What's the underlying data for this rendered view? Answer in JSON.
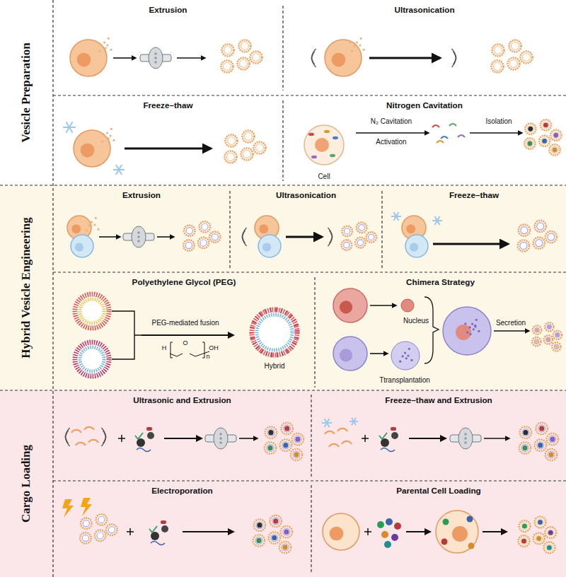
{
  "diagram": {
    "nodes": [
      {
        "text": [
          "Vesicle Preparation"
        ]
      },
      {
        "text": [
          "Extrusion"
        ],
        "in": 0
      },
      {
        "text": [
          "Ultrasonication"
        ],
        "in": 0
      },
      {
        "text": [
          "Freeze–thaw"
        ],
        "in": 0
      },
      {
        "text": [
          "Nitrogen Cavitation"
        ],
        "in": 0
      },
      {
        "text": [
          "Hybrid Vesicle Engineering"
        ]
      },
      {
        "text": [
          "Extrusion"
        ],
        "in": 5
      },
      {
        "text": [
          "Ultrasonication"
        ],
        "in": 5
      },
      {
        "text": [
          "Freeze–thaw"
        ],
        "in": 5
      },
      {
        "text": [
          "Polyethylene Glycol (PEG)"
        ],
        "in": 5
      },
      {
        "text": [
          "Chimera Strategy"
        ],
        "in": 5
      },
      {
        "text": [
          "Cargo Loading"
        ]
      },
      {
        "text": [
          "Ultrasonic and Extrusion"
        ],
        "in": 11
      },
      {
        "text": [
          "Freeze–thaw and Extrusion"
        ],
        "in": 11
      },
      {
        "text": [
          "Electroporation"
        ],
        "in": 11
      },
      {
        "text": [
          "Parental Cell Loading"
        ],
        "in": 11
      }
    ],
    "labels": [
      "N₂ Cavitation",
      "Activation",
      "Isolation",
      "Cell",
      "PEG-mediated fusion",
      "H",
      "O",
      "OH",
      "n",
      "Hybrid",
      "Nucleus",
      "Ttransplantation",
      "Secretion"
    ]
  }
}
